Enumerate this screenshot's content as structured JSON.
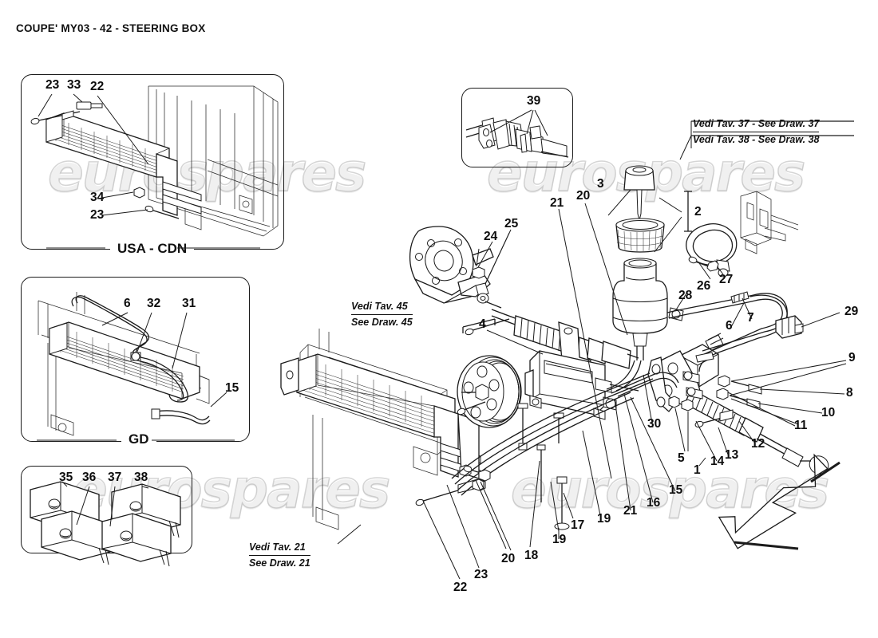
{
  "document": {
    "title": "COUPE' MY03 - 42 - STEERING BOX",
    "watermark": "eurospares"
  },
  "insets": [
    {
      "id": "usa-cdn",
      "caption": "USA - CDN",
      "callouts": [
        "23",
        "33",
        "22",
        "34",
        "23"
      ]
    },
    {
      "id": "gd",
      "caption": "GD",
      "callouts": [
        "6",
        "32",
        "31",
        "15"
      ]
    },
    {
      "id": "clips",
      "caption": "",
      "callouts": [
        "35",
        "36",
        "37",
        "38"
      ]
    },
    {
      "id": "joint",
      "caption": "",
      "callouts": [
        "39"
      ]
    }
  ],
  "reference_notes": [
    {
      "id": "ref-37-38",
      "line1": "Vedi Tav. 37 - See Draw. 37",
      "line2": "Vedi Tav. 38 - See Draw. 38"
    },
    {
      "id": "ref-45",
      "line1": "Vedi Tav. 45",
      "line2": "See Draw. 45"
    },
    {
      "id": "ref-21",
      "line1": "Vedi Tav. 21",
      "line2": "See Draw. 21"
    }
  ],
  "callouts": {
    "inset_usa": {
      "n23a": "23",
      "n33": "33",
      "n22": "22",
      "n34": "34",
      "n23b": "23"
    },
    "inset_gd": {
      "n6": "6",
      "n32": "32",
      "n31": "31",
      "n15": "15"
    },
    "inset_clips": {
      "n35": "35",
      "n36": "36",
      "n37": "37",
      "n38": "38"
    },
    "inset_joint": {
      "n39": "39"
    },
    "main": {
      "n1": "1",
      "n2": "2",
      "n3": "3",
      "n4": "4",
      "n5": "5",
      "n6": "6",
      "n7": "7",
      "n8": "8",
      "n9": "9",
      "n10": "10",
      "n11": "11",
      "n12": "12",
      "n13": "13",
      "n14": "14",
      "n15": "15",
      "n16": "16",
      "n17": "17",
      "n18": "18",
      "n19a": "19",
      "n19b": "19",
      "n20a": "20",
      "n20b": "20",
      "n21a": "21",
      "n21b": "21",
      "n22": "22",
      "n23": "23",
      "n24": "24",
      "n25": "25",
      "n26": "26",
      "n27": "27",
      "n28": "28",
      "n29": "29",
      "n30": "30"
    }
  },
  "colors": {
    "ink": "#1b1b1b",
    "paper": "#ffffff",
    "watermark": "#c8c8c8"
  }
}
